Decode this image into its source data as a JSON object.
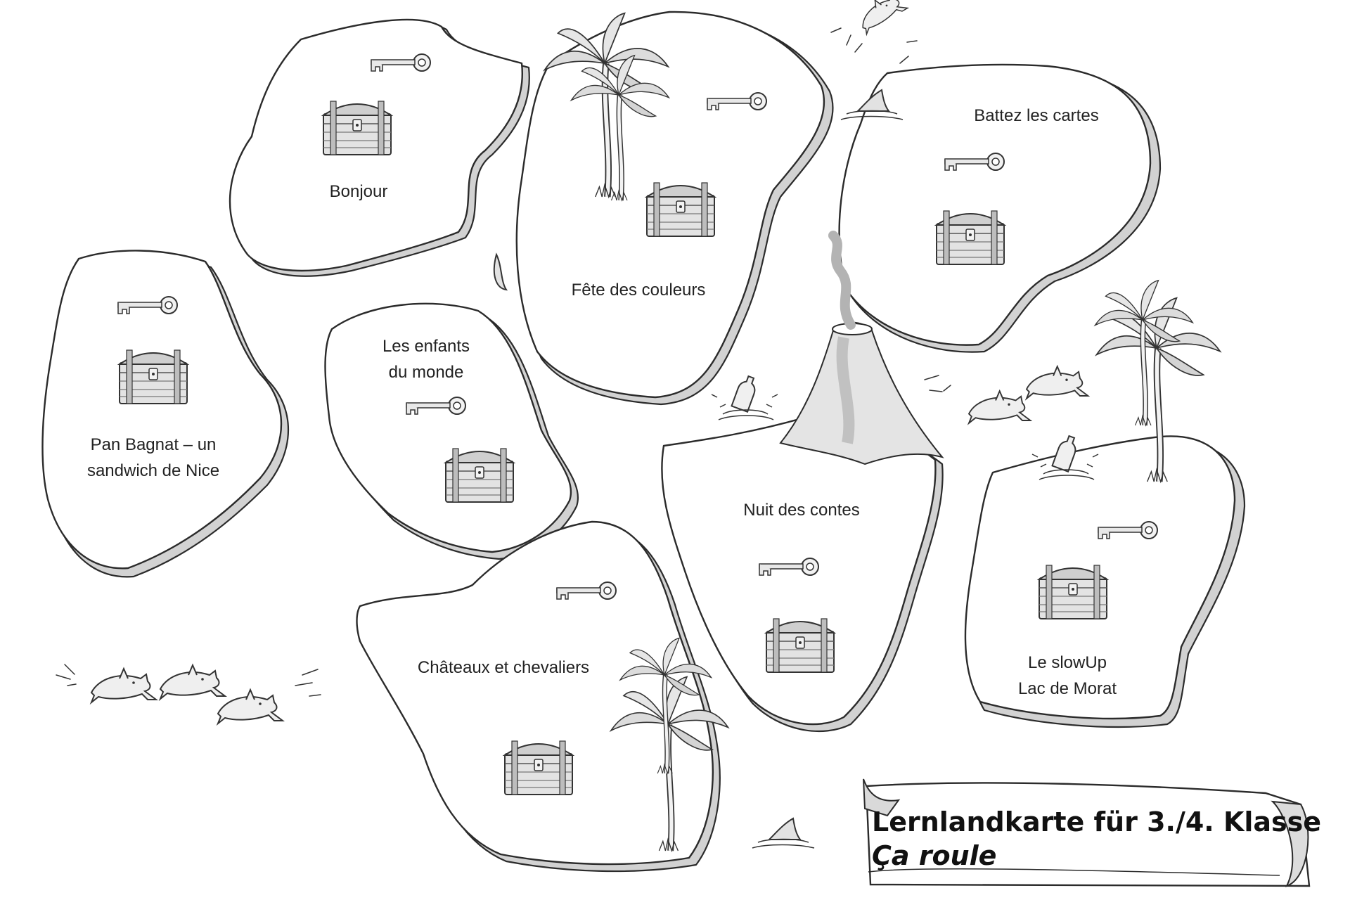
{
  "islands": [
    {
      "id": "bonjour",
      "lines": [
        "Bonjour"
      ]
    },
    {
      "id": "fete",
      "lines": [
        "Fête des couleurs"
      ]
    },
    {
      "id": "battez",
      "lines": [
        "Battez les cartes"
      ]
    },
    {
      "id": "pan",
      "lines": [
        "Pan Bagnat – un",
        "sandwich de Nice"
      ]
    },
    {
      "id": "enfants",
      "lines": [
        "Les enfants",
        "du monde"
      ]
    },
    {
      "id": "nuit",
      "lines": [
        "Nuit des contes"
      ]
    },
    {
      "id": "slowup",
      "lines": [
        "Le slowUp",
        "Lac de Morat"
      ]
    },
    {
      "id": "chateaux",
      "lines": [
        "Châteaux et chevaliers"
      ]
    }
  ],
  "banner": {
    "title": "Lernlandkarte für 3./4. Klasse",
    "subtitle": "Ça roule"
  },
  "icons": {
    "chest": "treasure-chest-icon",
    "key": "key-icon",
    "palm": "palm-tree-icon",
    "dolphin": "dolphin-icon",
    "bottle": "message-bottle-icon",
    "fin": "shark-fin-icon",
    "volcano": "volcano-icon"
  },
  "colors": {
    "ink": "#2b2b2b",
    "shadow": "#d2d2d2",
    "fill": "#ffffff",
    "accent_gray": "#bdbdbd"
  }
}
